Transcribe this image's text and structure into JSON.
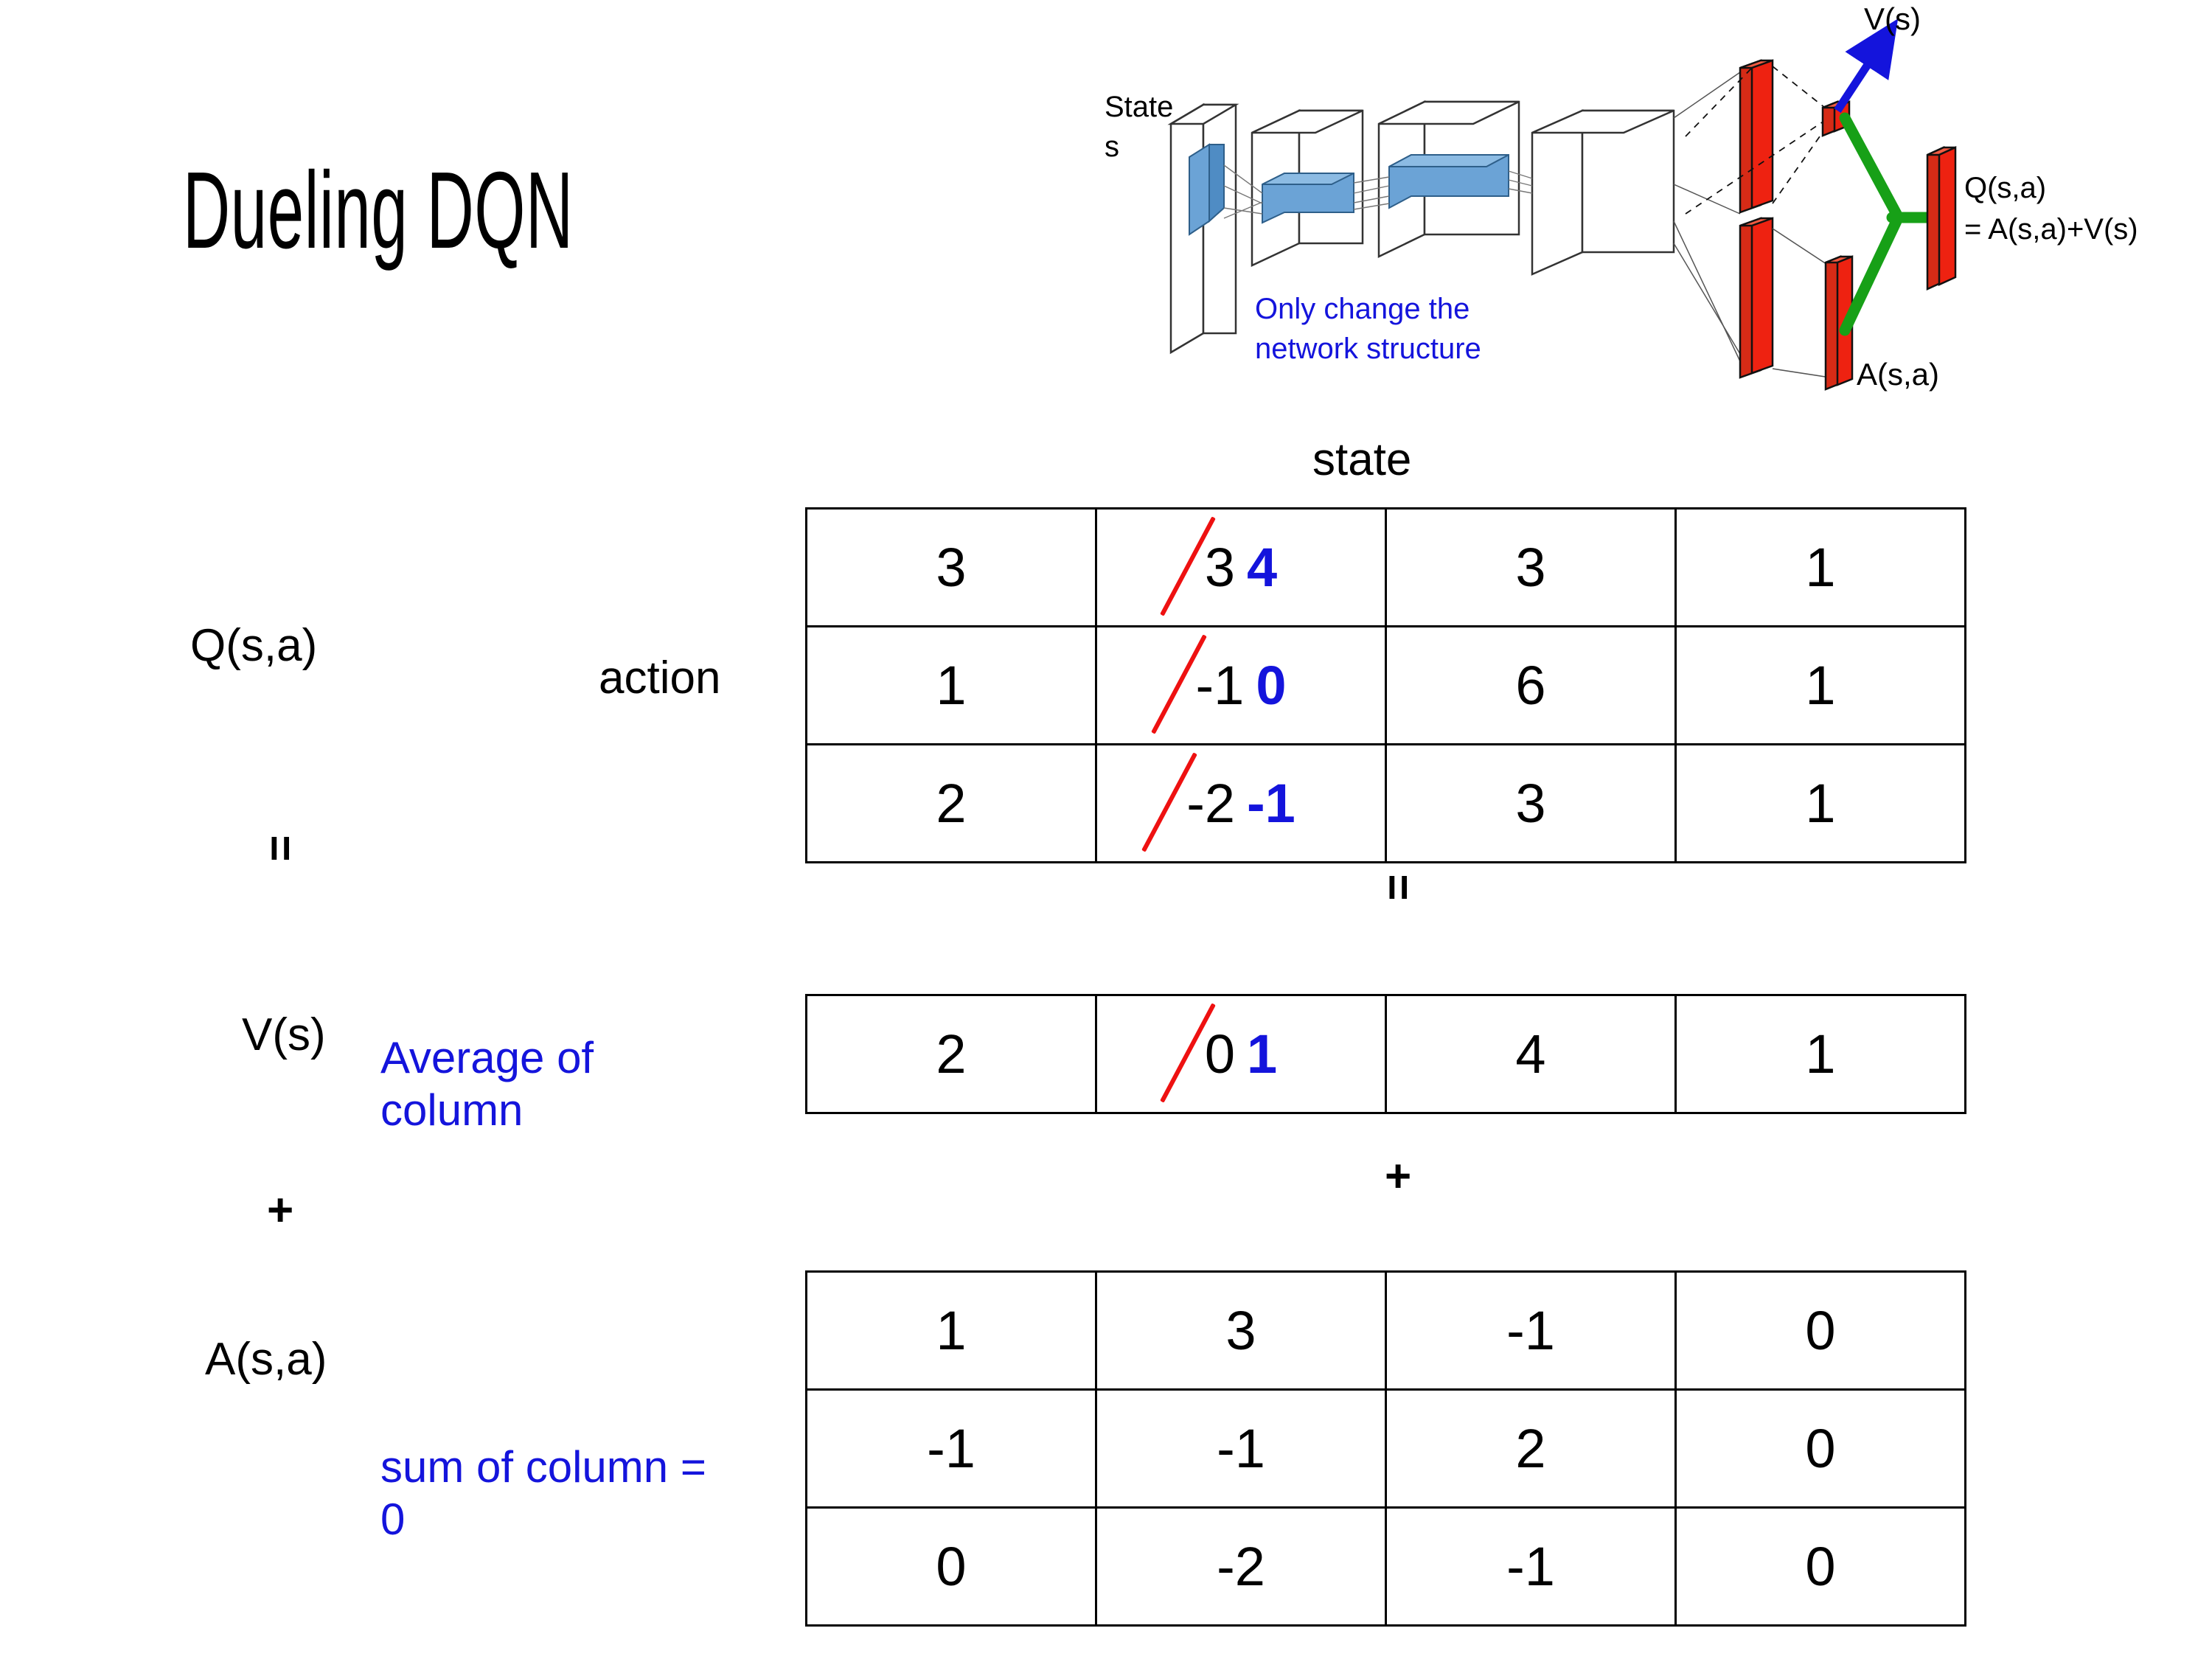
{
  "title": "Dueling DQN",
  "diagram": {
    "state_label_line1": "State",
    "state_label_line2": "s",
    "note_line1": "Only change the",
    "note_line2": "network structure",
    "v_output_label": "V(s)",
    "a_output_label": "A(s,a)",
    "q_output_label_line1": "Q(s,a)",
    "q_output_label_line2": "= A(s,a)+V(s)",
    "colors": {
      "note": "#1414dc",
      "arrow": "#1414dc",
      "bars": "#ee2211",
      "merge": "#17a017",
      "conv_block": "#5b9bd5"
    }
  },
  "captions": {
    "state": "state",
    "action": "action"
  },
  "row_labels": {
    "q": "Q(s,a)",
    "v": "V(s)",
    "a": "A(s,a)",
    "equals": "=",
    "plus": "+"
  },
  "operators": {
    "equals_mid": "=",
    "plus_mid": "+"
  },
  "notes": {
    "average": "Average of column",
    "sum": "sum of column = 0",
    "color": "#1414dc"
  },
  "colors": {
    "strike": "#ee1111",
    "edit": "#1414dc"
  },
  "chart_data": {
    "type": "table",
    "title": "Dueling DQN decomposition Q(s,a) = V(s) + A(s,a)",
    "axis_labels": {
      "columns": "state",
      "rows": "action"
    },
    "tables": [
      {
        "name": "Q(s,a)",
        "rows": [
          [
            {
              "v": "3"
            },
            {
              "v": "3",
              "struck": true,
              "new": "4"
            },
            {
              "v": "3"
            },
            {
              "v": "1"
            }
          ],
          [
            {
              "v": "1"
            },
            {
              "v": "-1",
              "struck": true,
              "new": "0"
            },
            {
              "v": "6"
            },
            {
              "v": "1"
            }
          ],
          [
            {
              "v": "2"
            },
            {
              "v": "-2",
              "struck": true,
              "new": "-1"
            },
            {
              "v": "3"
            },
            {
              "v": "1"
            }
          ]
        ]
      },
      {
        "name": "V(s)",
        "rows": [
          [
            {
              "v": "2"
            },
            {
              "v": "0",
              "struck": true,
              "new": "1"
            },
            {
              "v": "4"
            },
            {
              "v": "1"
            }
          ]
        ]
      },
      {
        "name": "A(s,a)",
        "rows": [
          [
            {
              "v": "1"
            },
            {
              "v": "3"
            },
            {
              "v": "-1"
            },
            {
              "v": "0"
            }
          ],
          [
            {
              "v": "-1"
            },
            {
              "v": "-1"
            },
            {
              "v": "2"
            },
            {
              "v": "0"
            }
          ],
          [
            {
              "v": "0"
            },
            {
              "v": "-2"
            },
            {
              "v": "-1"
            },
            {
              "v": "0"
            }
          ]
        ]
      }
    ]
  }
}
